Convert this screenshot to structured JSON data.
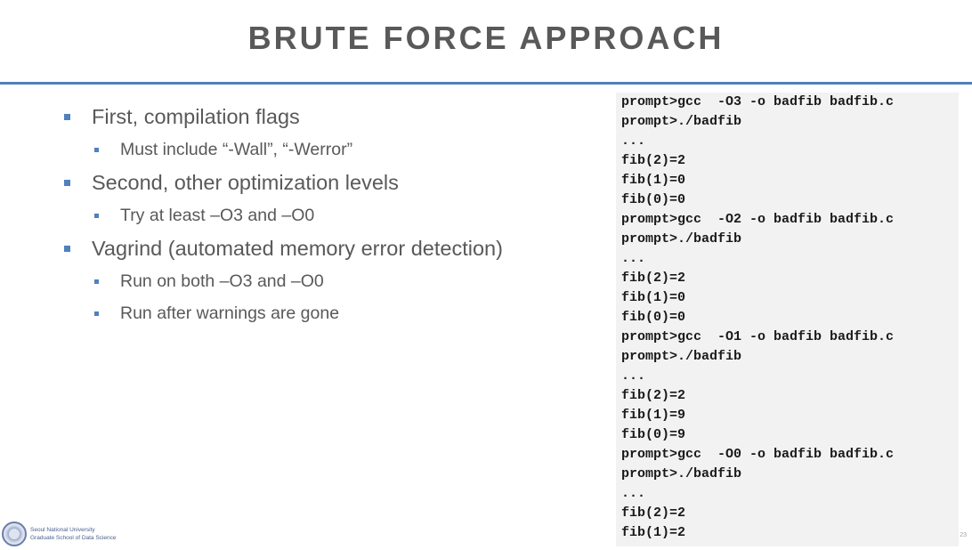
{
  "slide": {
    "title": "BRUTE FORCE APPROACH",
    "page_number": "23"
  },
  "bullets": [
    {
      "level": 1,
      "text": "First, compilation flags"
    },
    {
      "level": 2,
      "text": "Must include “-Wall”, “-Werror”"
    },
    {
      "level": 1,
      "text": "Second, other optimization levels"
    },
    {
      "level": 2,
      "text": "Try at least –O3 and –O0"
    },
    {
      "level": 1,
      "text": "Vagrind (automated memory error detection)"
    },
    {
      "level": 2,
      "text": "Run on both –O3 and –O0"
    },
    {
      "level": 2,
      "text": "Run after warnings are gone"
    }
  ],
  "terminal_lines": [
    "prompt>gcc  -O3 -o badfib badfib.c",
    "prompt>./badfib",
    "...",
    "fib(2)=2",
    "fib(1)=0",
    "fib(0)=0",
    "prompt>gcc  -O2 -o badfib badfib.c",
    "prompt>./badfib",
    "...",
    "fib(2)=2",
    "fib(1)=0",
    "fib(0)=0",
    "prompt>gcc  -O1 -o badfib badfib.c",
    "prompt>./badfib",
    "...",
    "fib(2)=2",
    "fib(1)=9",
    "fib(0)=9",
    "prompt>gcc  -O0 -o badfib badfib.c",
    "prompt>./badfib",
    "...",
    "fib(2)=2",
    "fib(1)=2"
  ],
  "footer": {
    "line1": "Seoul National University",
    "line2": "Graduate School of Data Science"
  },
  "colors": {
    "accent": "#4f81bd",
    "text": "#595959",
    "code_bg": "#f2f2f2"
  }
}
